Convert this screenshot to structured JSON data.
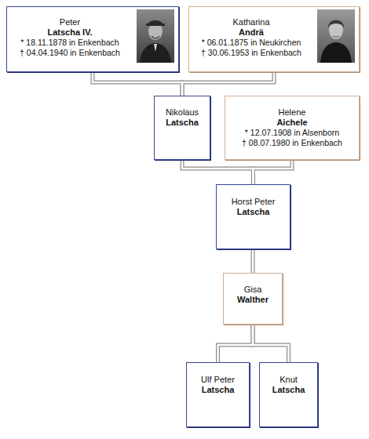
{
  "diagram": {
    "nodes": [
      {
        "text": [
          "Peter",
          "Latscha IV.",
          "* 18.11.1878 in Enkenbach",
          "† 04.04.1940 in Enkenbach"
        ]
      },
      {
        "text": [
          "Katharina",
          "Andrä",
          "* 06.01.1875 in Neukirchen",
          "† 30.06.1953 in Enkenbach"
        ]
      },
      {
        "text": [
          "Nikolaus",
          "Latscha"
        ]
      },
      {
        "text": [
          "Helene",
          "Aichele",
          "* 12.07.1908 in Alsenborn",
          "† 08.07.1980 in Enkenbach"
        ]
      },
      {
        "text": [
          "Horst Peter",
          "Latscha"
        ]
      },
      {
        "text": [
          "Gisa",
          "Walther"
        ]
      },
      {
        "text": [
          "Ulf Peter",
          "Latscha"
        ]
      },
      {
        "text": [
          "Knut",
          "Latscha"
        ]
      }
    ],
    "edges": [
      {
        "from": 0,
        "to": 2,
        "arrow": "none"
      },
      {
        "from": 1,
        "to": 2,
        "arrow": "none"
      },
      {
        "from": 2,
        "to": 4,
        "arrow": "none"
      },
      {
        "from": 3,
        "to": 4,
        "arrow": "none"
      },
      {
        "from": 4,
        "to": 5,
        "arrow": "none"
      },
      {
        "from": 5,
        "to": 6,
        "arrow": "none"
      },
      {
        "from": 5,
        "to": 7,
        "arrow": "none"
      }
    ]
  }
}
